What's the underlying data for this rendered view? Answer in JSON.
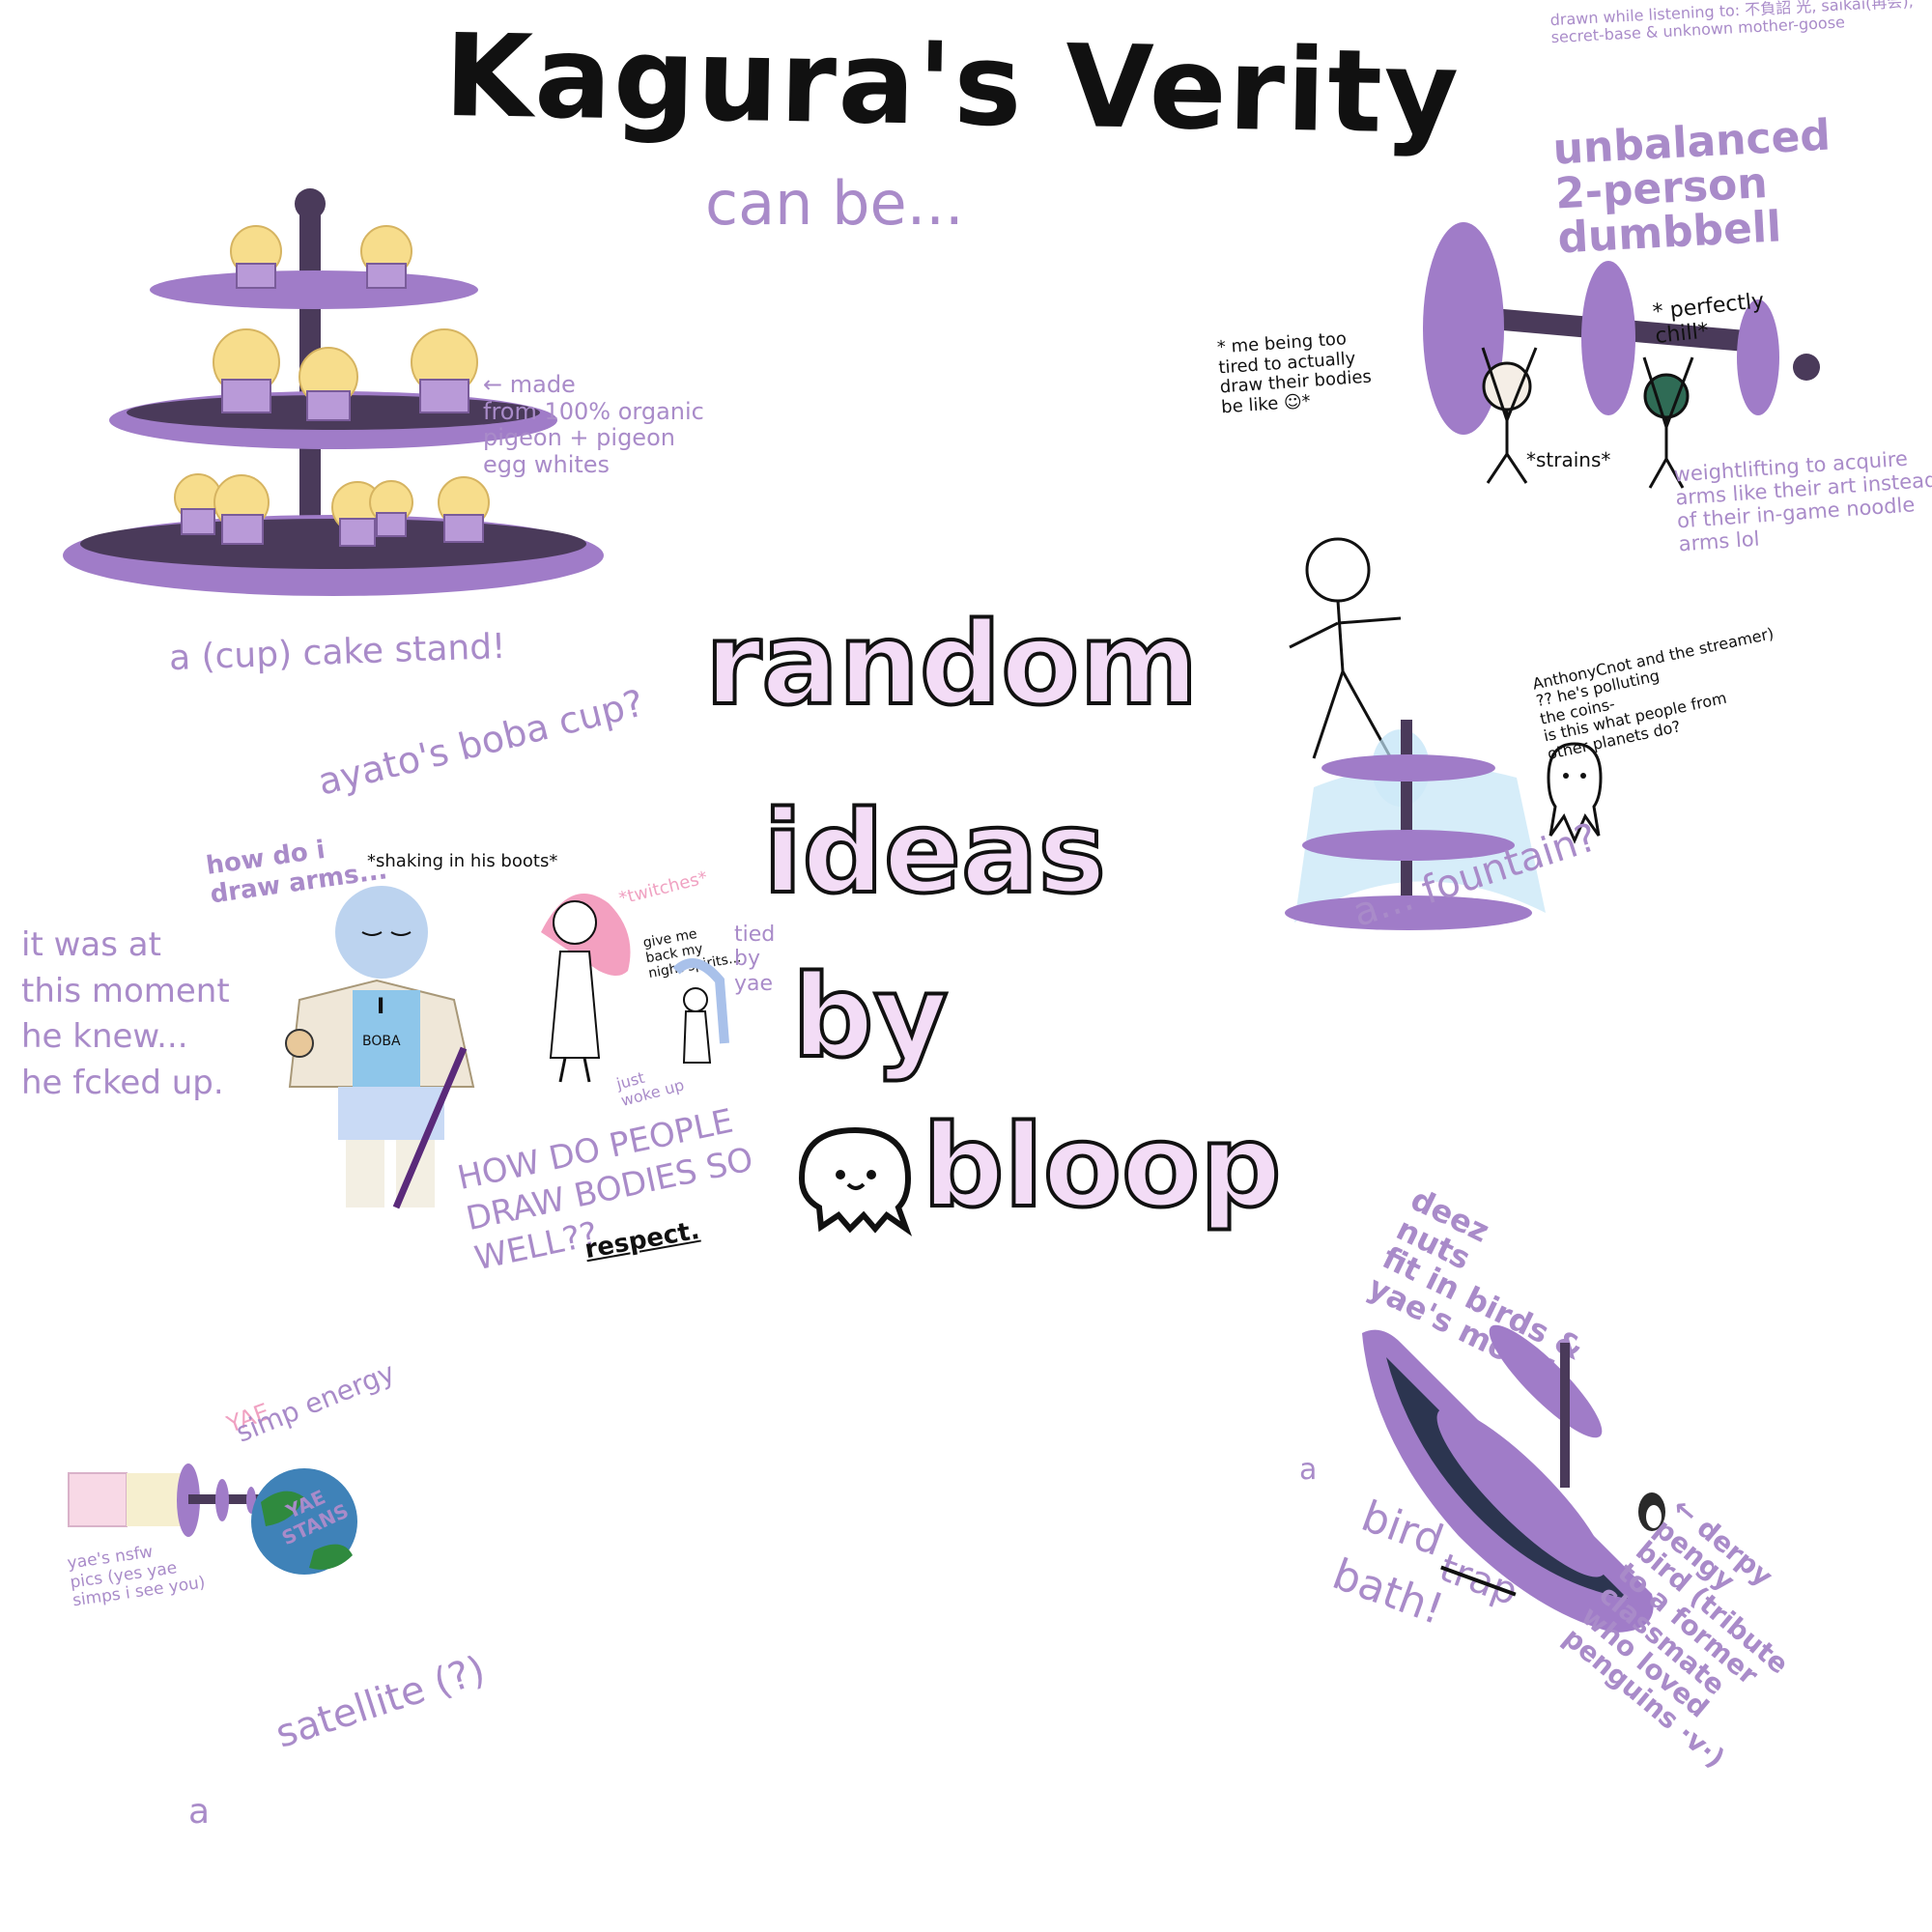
{
  "title": "Kagura's Verity",
  "subtitle": "can be...",
  "top_right_credit": "drawn while listening to: 不負詔 光, saikai(再会), secret-base & unknown mother-goose",
  "cake_stand": {
    "note": "← made\nfrom 100% organic\npigeon + pigeon\negg whites",
    "caption": "a (cup) cake stand!"
  },
  "dumbbell": {
    "title": "unbalanced\n2-person\ndumbbell",
    "note_left": "* me being too\ntired to actually\ndraw their bodies\nbe like ☺*",
    "perfectly_chill": "* perfectly\nchill*",
    "strains": "*strains*",
    "note_right": "weightlifting to acquire\narms like their art instead\nof their in-game noodle\narms lol"
  },
  "center_title": {
    "line1": "random",
    "line2": "ideas",
    "line3": "by",
    "line4": "bloop"
  },
  "fountain": {
    "note": "AnthonyCnot and the streamer)\n?? he's polluting\nthe coins-\nis this what people from\nother planets do?",
    "caption": "a... fountain?"
  },
  "boba": {
    "question": "ayato's boba cup?",
    "how_arms": "how do i\ndraw arms...",
    "shaking": "*shaking in his boots*",
    "twitches": "*twitches*",
    "give_me": "give me\nback my\nnight-spirits...",
    "tied": "tied\nby\nyae",
    "just_woke": "just\nwoke up",
    "left_note": "it was at\nthis moment\nhe knew...\nhe fcked up.",
    "shirt_i": "I",
    "shirt_boba": "BOBA",
    "bodies": "HOW DO PEOPLE\nDRAW BODIES SO\nWELL??",
    "respect": "respect."
  },
  "satellite": {
    "yae": "YAE",
    "simp": "simp energy",
    "planet": "YAE\nSTANS",
    "note": "yae's nsfw\npics (yes yae\nsimps i see you)",
    "caption_a": "a",
    "caption": "satellite (?)"
  },
  "bird_bath": {
    "deez": "deez\nnuts\nfit in birds &\nyae's mouth",
    "a": "a",
    "caption_bird": "bird",
    "caption_trap": "trap",
    "caption_bath": "bath!",
    "penguin_note": "← derpy\npengy\nbird (tribute\nto a former\nclassmate\nwho loved\npenguins ·v·)"
  },
  "colors": {
    "accent_purple": "#a98bc9",
    "stand_purple": "#a07cc8",
    "stand_dark": "#4a3a5a",
    "cupcake_cream": "#f7dd8c",
    "ink": "#111111"
  }
}
